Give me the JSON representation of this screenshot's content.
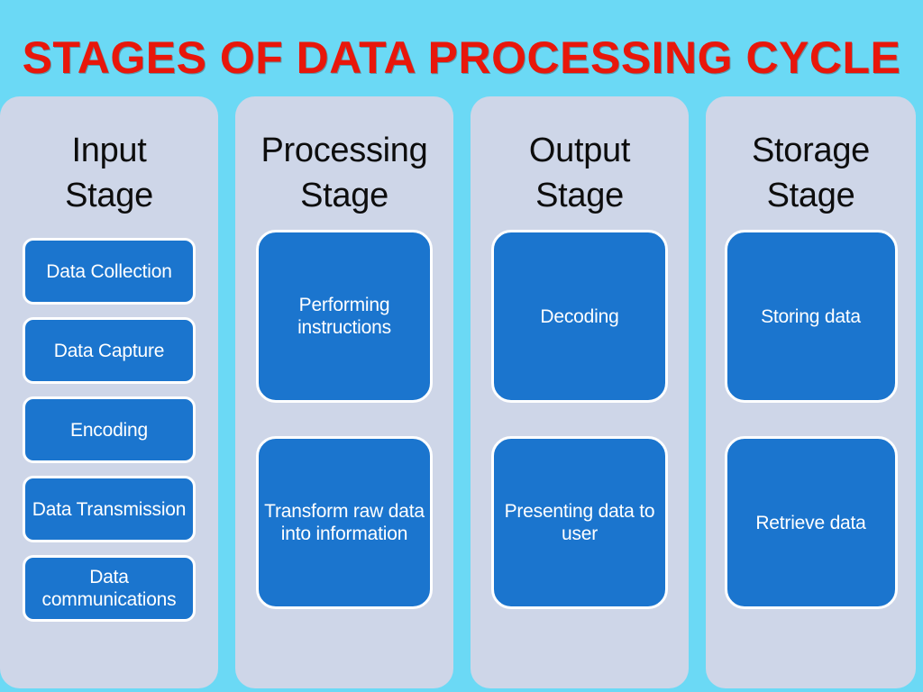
{
  "slide": {
    "title": "STAGES OF DATA PROCESSING CYCLE",
    "background_color": "#6bd9f5",
    "title_color": "#e8170b",
    "panel_color": "#ced6e8",
    "card_color": "#1b75ce",
    "card_border_color": "#ffffff",
    "card_text_color": "#ffffff",
    "header_text_color": "#0d0d0d"
  },
  "columns": [
    {
      "header_line1": "Input",
      "header_line2": "Stage",
      "items": [
        {
          "text": "Data Collection"
        },
        {
          "text": "Data Capture"
        },
        {
          "text": "Encoding"
        },
        {
          "text": "Data Transmission"
        },
        {
          "text": "Data communications"
        }
      ]
    },
    {
      "header_line1": "Processing",
      "header_line2": "Stage",
      "items": [
        {
          "text": "Performing instructions"
        },
        {
          "text": "Transform raw data into information"
        }
      ]
    },
    {
      "header_line1": "Output",
      "header_line2": "Stage",
      "items": [
        {
          "text": "Decoding"
        },
        {
          "text": "Presenting data to user"
        }
      ]
    },
    {
      "header_line1": "Storage",
      "header_line2": "Stage",
      "items": [
        {
          "text": "Storing data"
        },
        {
          "text": "Retrieve data"
        }
      ]
    }
  ]
}
